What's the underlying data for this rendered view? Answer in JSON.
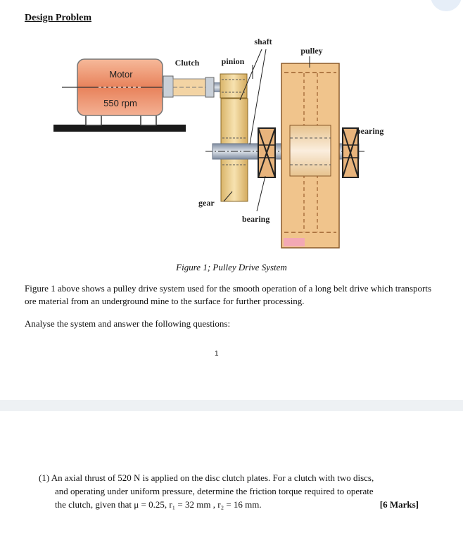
{
  "heading": "Design Problem",
  "figure": {
    "labels": {
      "motor": "Motor",
      "rpm": "550 rpm",
      "clutch": "Clutch",
      "pinion": "pinion",
      "shaft": "shaft",
      "pulley": "pulley",
      "bearing_right": "bearing",
      "gear": "gear",
      "bearing_bottom": "bearing"
    },
    "caption": "Figure 1; Pulley Drive System"
  },
  "paragraph1": "Figure 1 above shows a pulley drive system used for the smooth operation of a long belt drive which transports ore material from an underground mine to the surface for further processing.",
  "paragraph2": "Analyse the system and answer the following questions:",
  "page_number": "1",
  "question1": {
    "line1": "(1) An axial thrust of 520 N is applied on the disc clutch plates. For a clutch with two discs,",
    "line2": "and operating under uniform pressure, determine the friction torque required to operate",
    "line3": "the clutch, given that μ = 0.25, r₁ = 32 mm , r₂ = 16 mm.",
    "marks": "[6 Marks]"
  }
}
